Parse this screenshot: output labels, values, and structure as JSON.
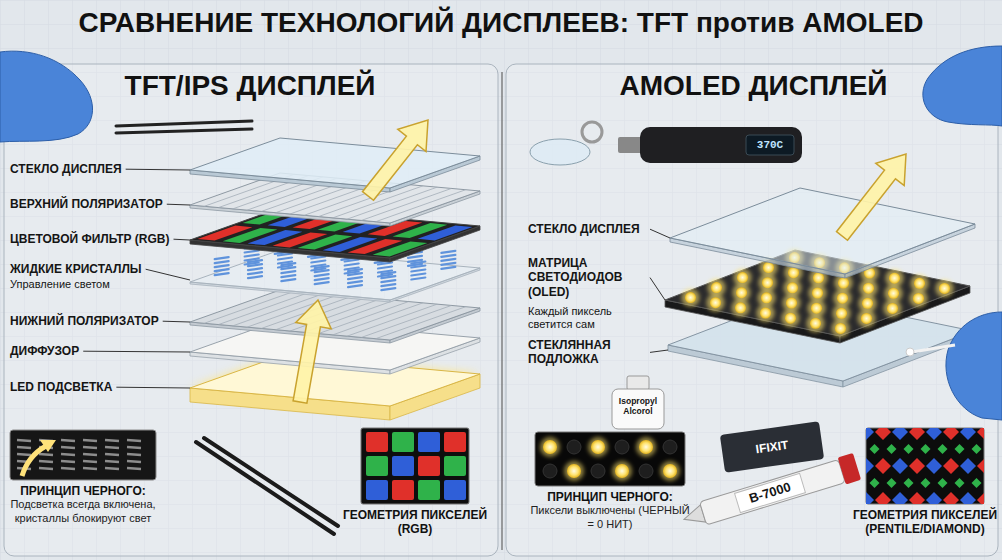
{
  "diagram": {
    "title": "СРАВНЕНИЕ ТЕХНОЛОГИЙ ДИСПЛЕЕВ: TFT против AMOLED",
    "nodes": [
      {
        "text": [
          "TFT/IPS ДИСПЛЕЙ"
        ]
      },
      {
        "text": [
          "ПРИНЦИП ЧЕРНОГО:",
          "Подсветка всегда включена, кристаллы блокируют свет"
        ],
        "in": 0
      },
      {
        "text": [
          "ГЕОМЕТРИЯ ПИКСЕЛЕЙ (RGB)"
        ],
        "in": 0
      },
      {
        "text": [
          "AMOLED ДИСПЛЕЙ"
        ]
      },
      {
        "text": [
          "ПРИНЦИП ЧЕРНОГО:",
          "Пиксели выключены (ЧЕРНЫЙ = 0 НИТ)"
        ],
        "in": 3
      },
      {
        "text": [
          "ГЕОМЕТРИЯ ПИКСЕЛЕЙ (PENTILE/DIAMOND)"
        ],
        "in": 3
      }
    ],
    "labels": [
      "СТЕКЛО ДИСПЛЕЯ",
      "ВЕРХНИЙ ПОЛЯРИЗАТОР",
      "ЦВЕТОВОЙ ФИЛЬТР (RGB)",
      "ЖИДКИЕ КРИСТАЛЛЫ",
      "Управление светом",
      "НИЖНИЙ ПОЛЯРИЗАТОР",
      "ДИФФУЗОР",
      "LED ПОДСВЕТКА",
      "СТЕКЛО ДИСПЛЕЯ",
      "МАТРИЦА СВЕТОДИОДОВ (OLED)",
      "Каждый пиксель светится сам",
      "СТЕКЛЯННАЯ ПОДЛОЖКА",
      "370C",
      "Isopropyl Alcorol",
      "IFIXIT",
      "B-7000"
    ]
  }
}
